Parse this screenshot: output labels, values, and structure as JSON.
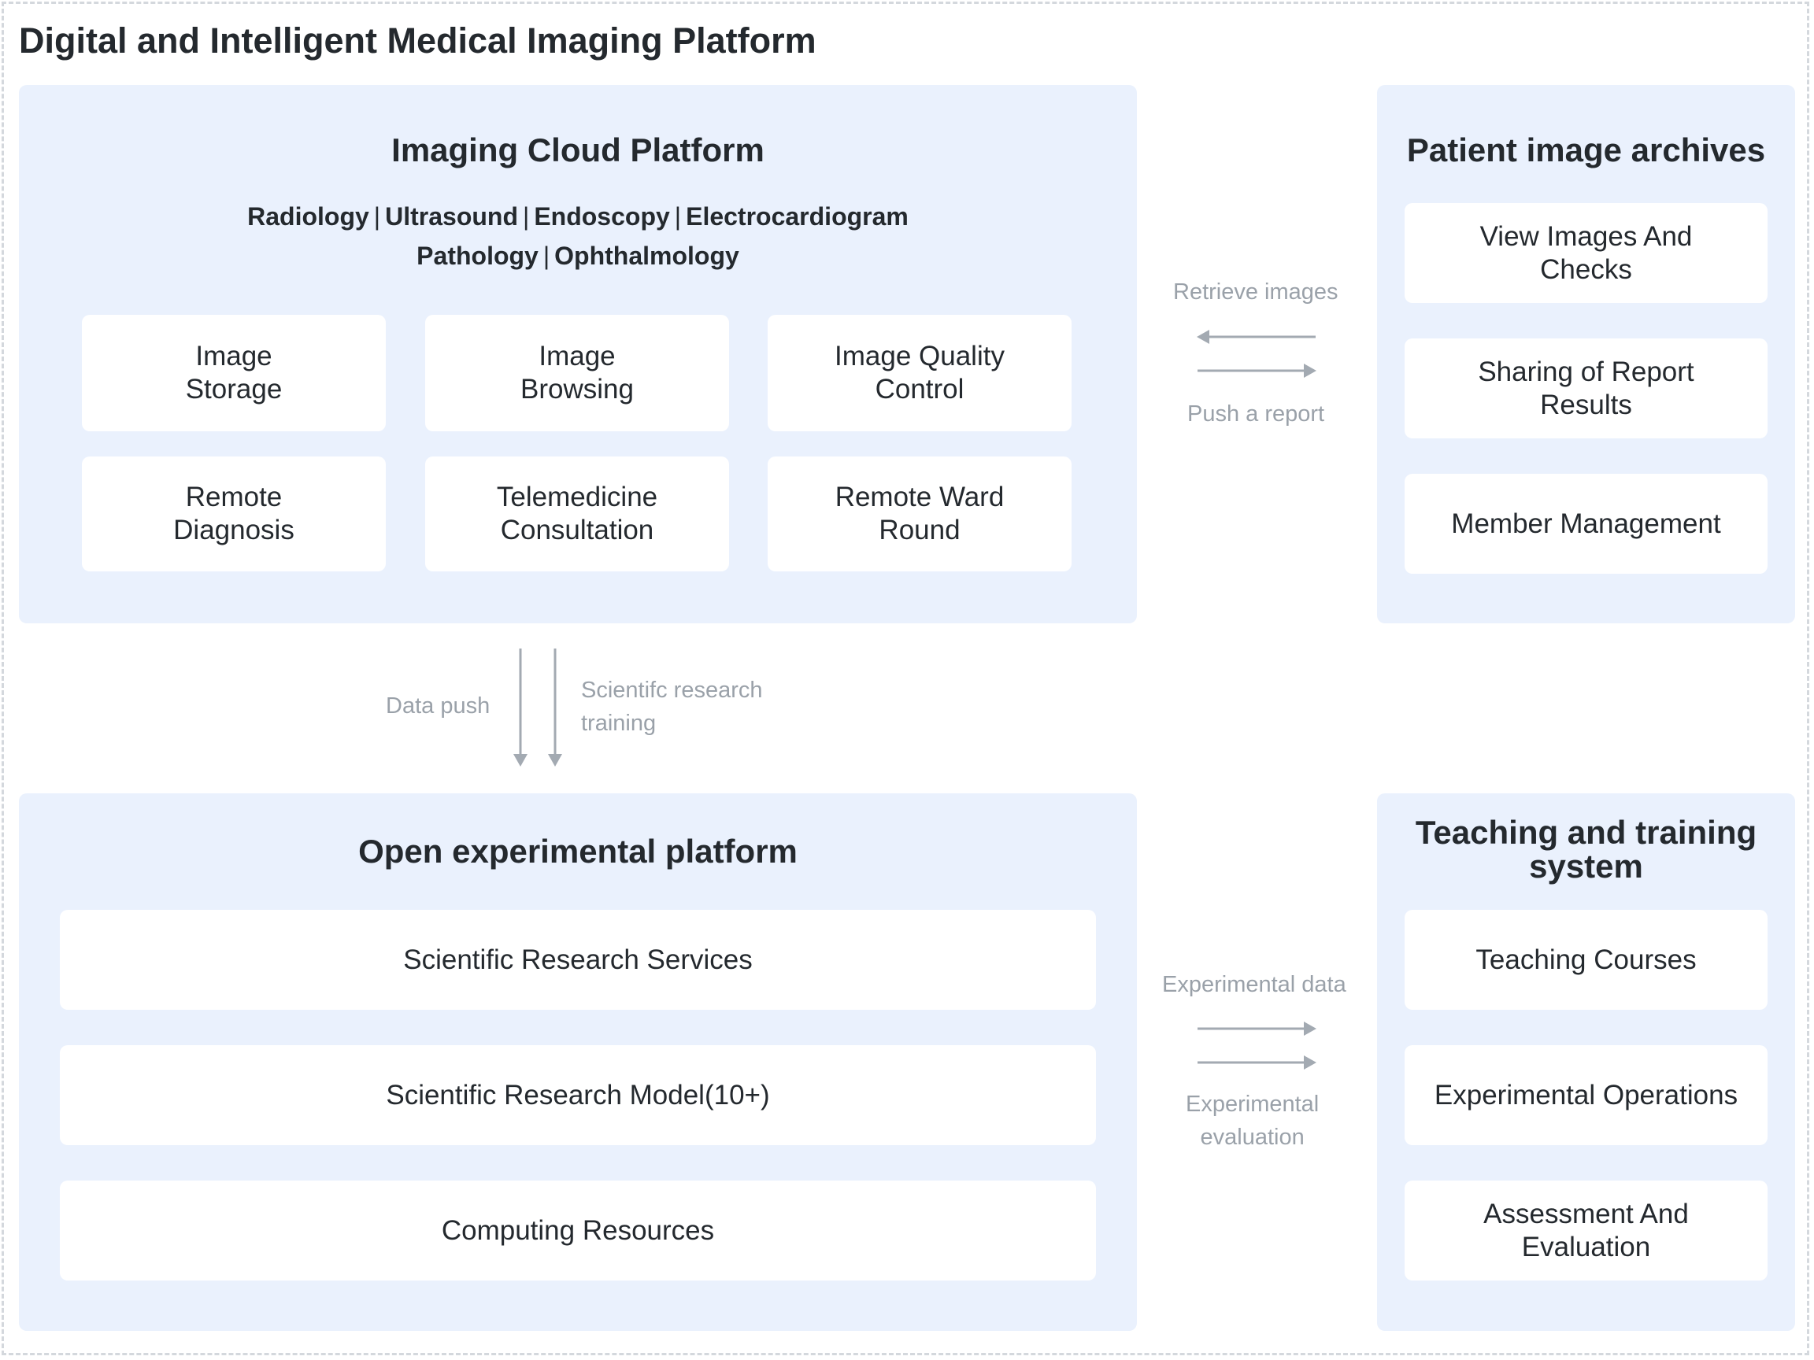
{
  "title": "Digital and Intelligent Medical Imaging Platform",
  "imaging_cloud": {
    "title": "Imaging Cloud Platform",
    "modalities_line1": [
      "Radiology",
      "Ultrasound",
      "Endoscopy",
      "Electrocardiogram"
    ],
    "modalities_line2": [
      "Pathology",
      "Ophthalmology"
    ],
    "separator": "|",
    "modules": [
      "Image\nStorage",
      "Image\nBrowsing",
      "Image Quality\nControl",
      "Remote\nDiagnosis",
      "Telemedicine\nConsultation",
      "Remote Ward\nRound"
    ]
  },
  "patient_archives": {
    "title": "Patient image archives",
    "items": [
      "View Images And\nChecks",
      "Sharing of Report\nResults",
      "Member Management"
    ]
  },
  "open_platform": {
    "title": "Open experimental platform",
    "items": [
      "Scientific Research Services",
      "Scientific Research Model(10+)",
      "Computing Resources"
    ]
  },
  "teaching": {
    "title": "Teaching and training\nsystem",
    "items": [
      "Teaching Courses",
      "Experimental Operations",
      "Assessment And\nEvaluation"
    ]
  },
  "flows": {
    "retrieve_images": "Retrieve images",
    "push_report": "Push a report",
    "data_push": "Data push",
    "research_training": "Scientifc research\ntraining",
    "experimental_data": "Experimental data",
    "experimental_evaluation": "Experimental\nevaluation"
  },
  "colors": {
    "panel_bg": "#eaf1fd",
    "card_bg": "#ffffff",
    "arrow": "#a3aab2",
    "text": "#24292e",
    "muted_text": "#9aa1a9"
  }
}
